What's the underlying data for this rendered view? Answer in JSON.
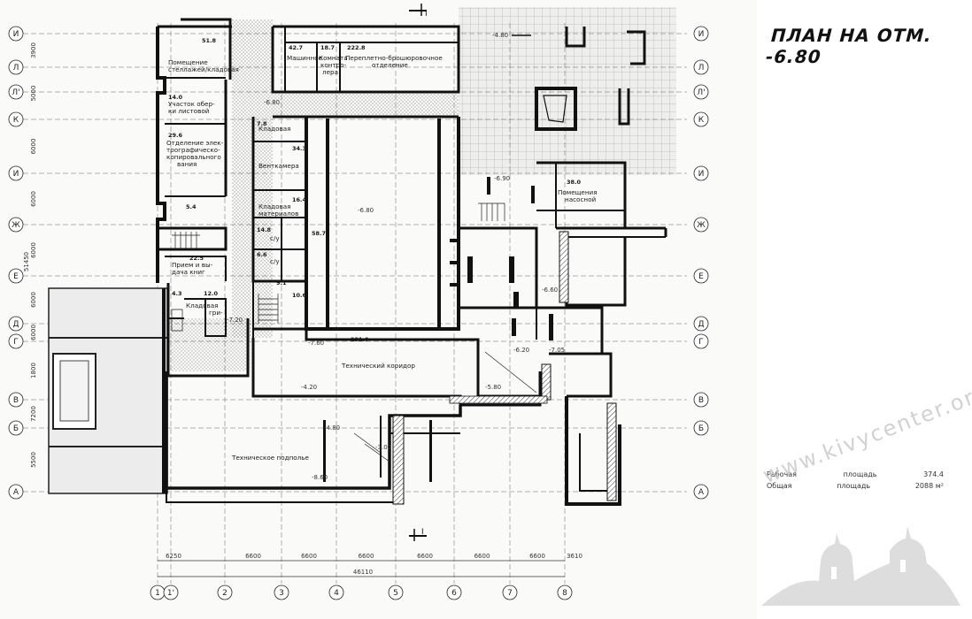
{
  "title": "ПЛАН НА ОТМ. -6.80",
  "areas": {
    "working_label": "Рабочая",
    "working_word": "площадь",
    "working_value": "374.4",
    "total_label": "Общая",
    "total_word": "площадь",
    "total_value": "2088 м²"
  },
  "watermark": "www.kivycenter.org",
  "axes_rows": [
    "И",
    "Л",
    "Л'",
    "К",
    "И",
    "Ж",
    "Е",
    "Д",
    "Г",
    "В",
    "Б",
    "А"
  ],
  "axes_cols": [
    "1",
    "1'",
    "2",
    "3",
    "4",
    "5",
    "6",
    "7",
    "8"
  ],
  "dims_bottom": [
    "6250",
    "6600",
    "6600",
    "6600",
    "6600",
    "6600",
    "6600",
    "3610"
  ],
  "dim_total_bottom": "46110",
  "dims_left": [
    "3900",
    "5000",
    "6000",
    "6000",
    "6000",
    "6000",
    "6000",
    "1800",
    "7200",
    "5500",
    "7200"
  ],
  "dim_total_left": "51450",
  "section_mark": "I",
  "rooms": {
    "r1": "Помещение",
    "r1b": "стеллажей/кладовая",
    "r2": "Участок обер-",
    "r2b": "ки листовой",
    "r3": "Отделение элек-",
    "r3b": "трографическо-",
    "r3c": "копировального",
    "r3d": "вания",
    "r4": "Машинное",
    "r5": "Комната",
    "r5b": "контро-",
    "r5c": "лера",
    "r6": "Переплетно-брошюровочное",
    "r6b": "отделение",
    "r7": "Кладовая",
    "r8": "Венткамера",
    "r9": "Кладовая",
    "r9b": "материалов",
    "r10": "Прием и вы-",
    "r10b": "дача книг",
    "r11": "Кладовая",
    "r11b": "гри-",
    "r12": "Помещения",
    "r12b": "насосной",
    "r13": "Технический коридор",
    "r14": "Техническое подполье",
    "r15": "с/у",
    "r16": "с/у"
  },
  "room_areas": {
    "a1": "51.8",
    "a2": "14.0",
    "a3": "29.6",
    "a4": "42.7",
    "a5": "18.7",
    "a6": "222.8",
    "a7": "7.8",
    "a8": "34.3",
    "a9": "16.4",
    "a10": "5.4",
    "a11": "22.5",
    "a12": "4.3",
    "a13": "12.0",
    "a14": "14.8",
    "a15": "6.6",
    "a16": "10.6",
    "a17": "58.7",
    "a18": "38.0",
    "a19": "231.0",
    "a20": "9.1"
  },
  "levels": {
    "l1": "-6.80",
    "l2": "-6.80",
    "l3": "-6.90",
    "l4": "-7.60",
    "l5": "-5.80",
    "l6": "-8.60",
    "l7": "-4.80",
    "l8": "-6.20",
    "l9": "-7.20",
    "l10": "-4.20",
    "l11": "-6.60",
    "l12": "-7.05",
    "l13": "-4.80",
    "l14": "-3.00"
  }
}
